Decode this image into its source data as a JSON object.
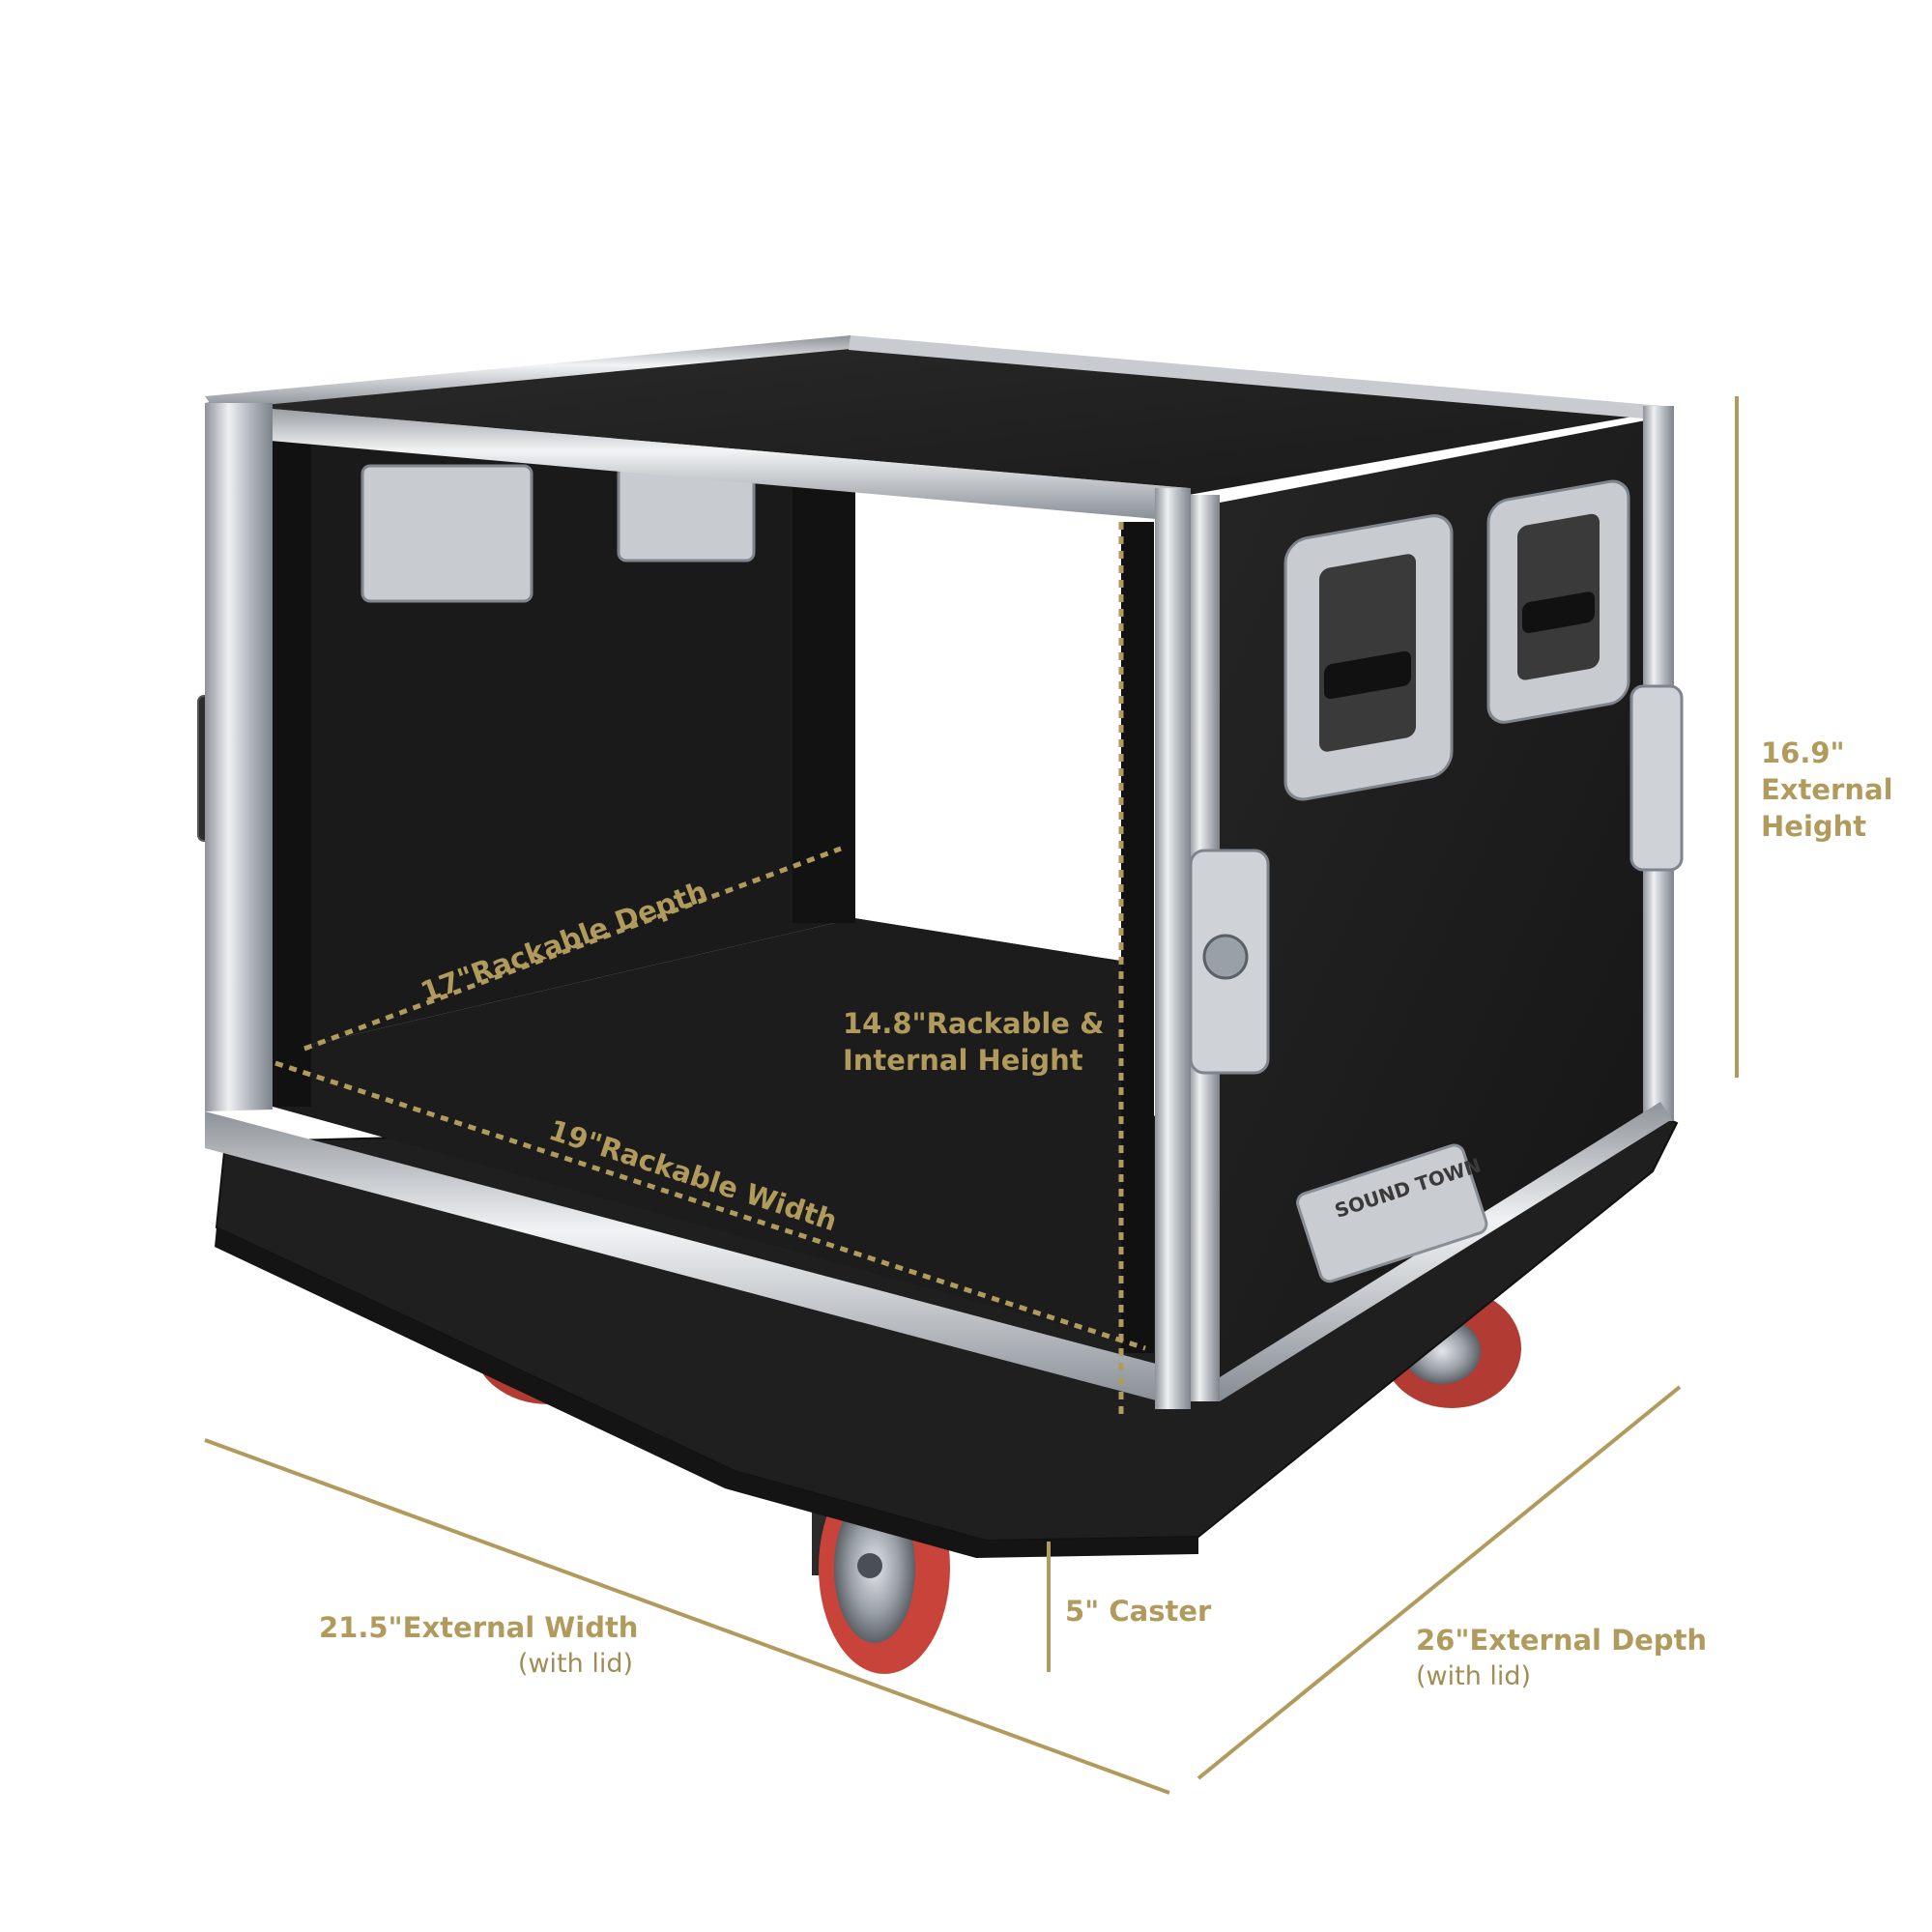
{
  "brand": "SOUND TOWN",
  "colors": {
    "accent": "#b19b5c",
    "case_black": "#1b1b1b",
    "aluminum": "#c9ccd1",
    "wheel_red": "#c8443a"
  },
  "labels": {
    "external_height_value": "16.9\"",
    "external_height_line1": "External",
    "external_height_line2": "Height",
    "rackable_depth": "17\"Rackable Depth",
    "rackable_height_line1": "14.8\"Rackable &",
    "rackable_height_line2": "Internal Height",
    "rackable_width": "19\"Rackable Width",
    "caster": "5\" Caster",
    "external_width": "21.5\"External Width",
    "external_width_note": "(with lid)",
    "external_depth": "26\"External Depth",
    "external_depth_note": "(with lid)"
  }
}
